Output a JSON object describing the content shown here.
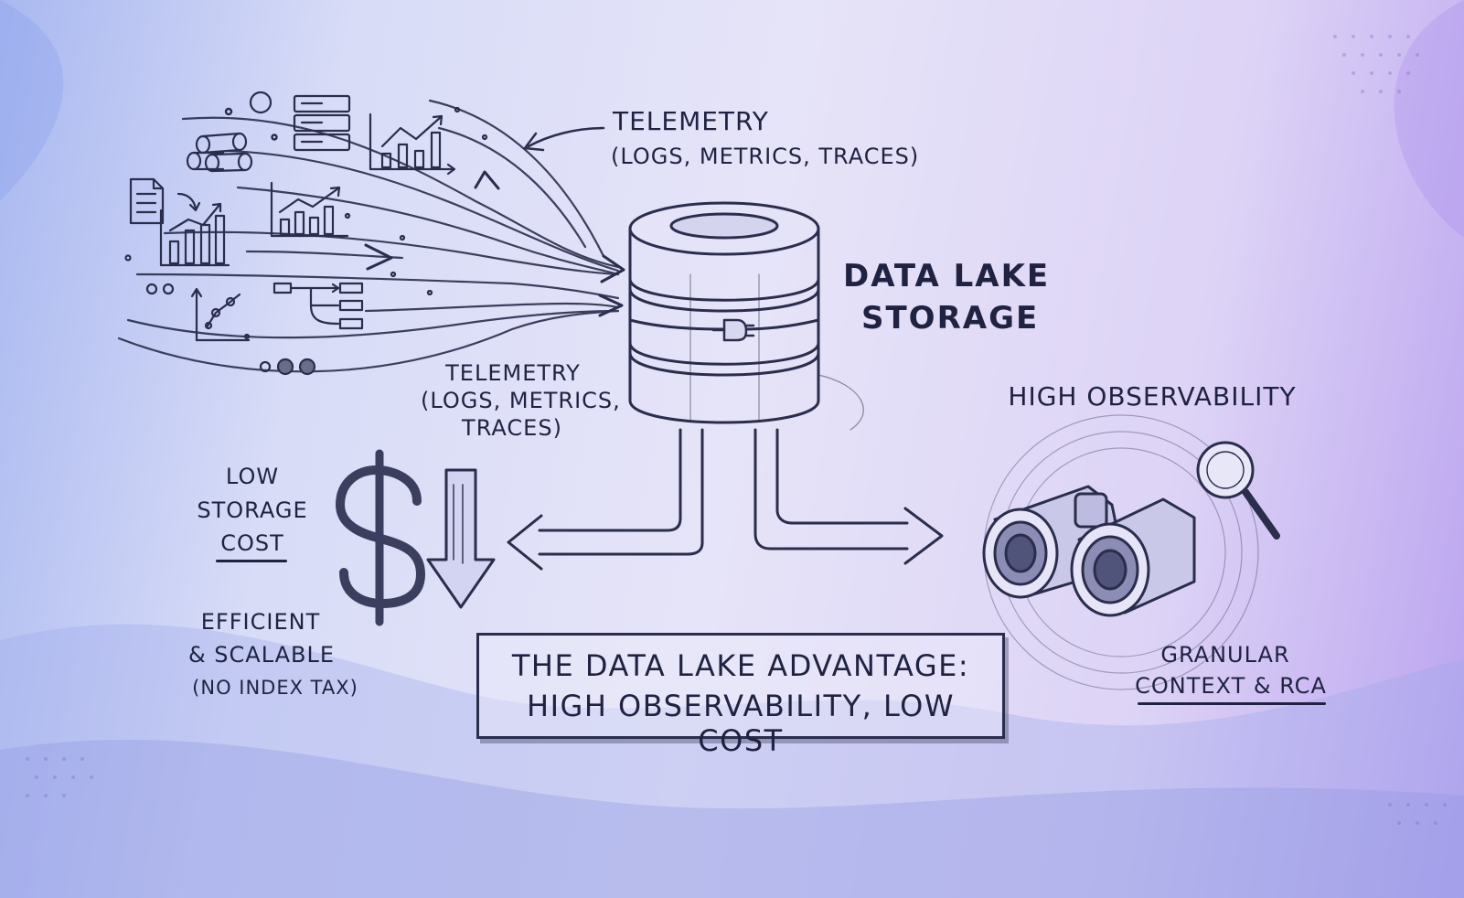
{
  "labels": {
    "telemetry_top_title": "TELEMETRY",
    "telemetry_top_sub": "(LOGS, METRICS, TRACES)",
    "telemetry_mid_title": "TELEMETRY",
    "telemetry_mid_sub1": "(LOGS, METRICS,",
    "telemetry_mid_sub2": "TRACES)",
    "storage_line1": "DATA LAKE",
    "storage_line2": "STORAGE",
    "high_observability": "HIGH OBSERVABILITY",
    "low_cost_line1": "LOW",
    "low_cost_line2": "STORAGE",
    "low_cost_line3": "COST",
    "efficient_line1": "EFFICIENT",
    "efficient_line2": "& SCALABLE",
    "efficient_line3": "(NO INDEX TAX)",
    "granular_line1": "GRANULAR",
    "granular_line2": "CONTEXT & RCA"
  },
  "advantage": {
    "line1": "THE DATA LAKE ADVANTAGE:",
    "line2": "HIGH OBSERVABILITY, LOW COST"
  },
  "colors": {
    "ink": "#1f2241",
    "background_left": "#a9b8f0",
    "background_right": "#b9a2ef",
    "background_center": "#e6e4f8"
  },
  "icons": [
    "logs-icon",
    "server-icon",
    "chart-icon",
    "document-icon",
    "flow-icon",
    "database-icon",
    "plug-icon",
    "dollar-icon",
    "down-arrow-icon",
    "binoculars-icon",
    "magnifier-icon"
  ]
}
